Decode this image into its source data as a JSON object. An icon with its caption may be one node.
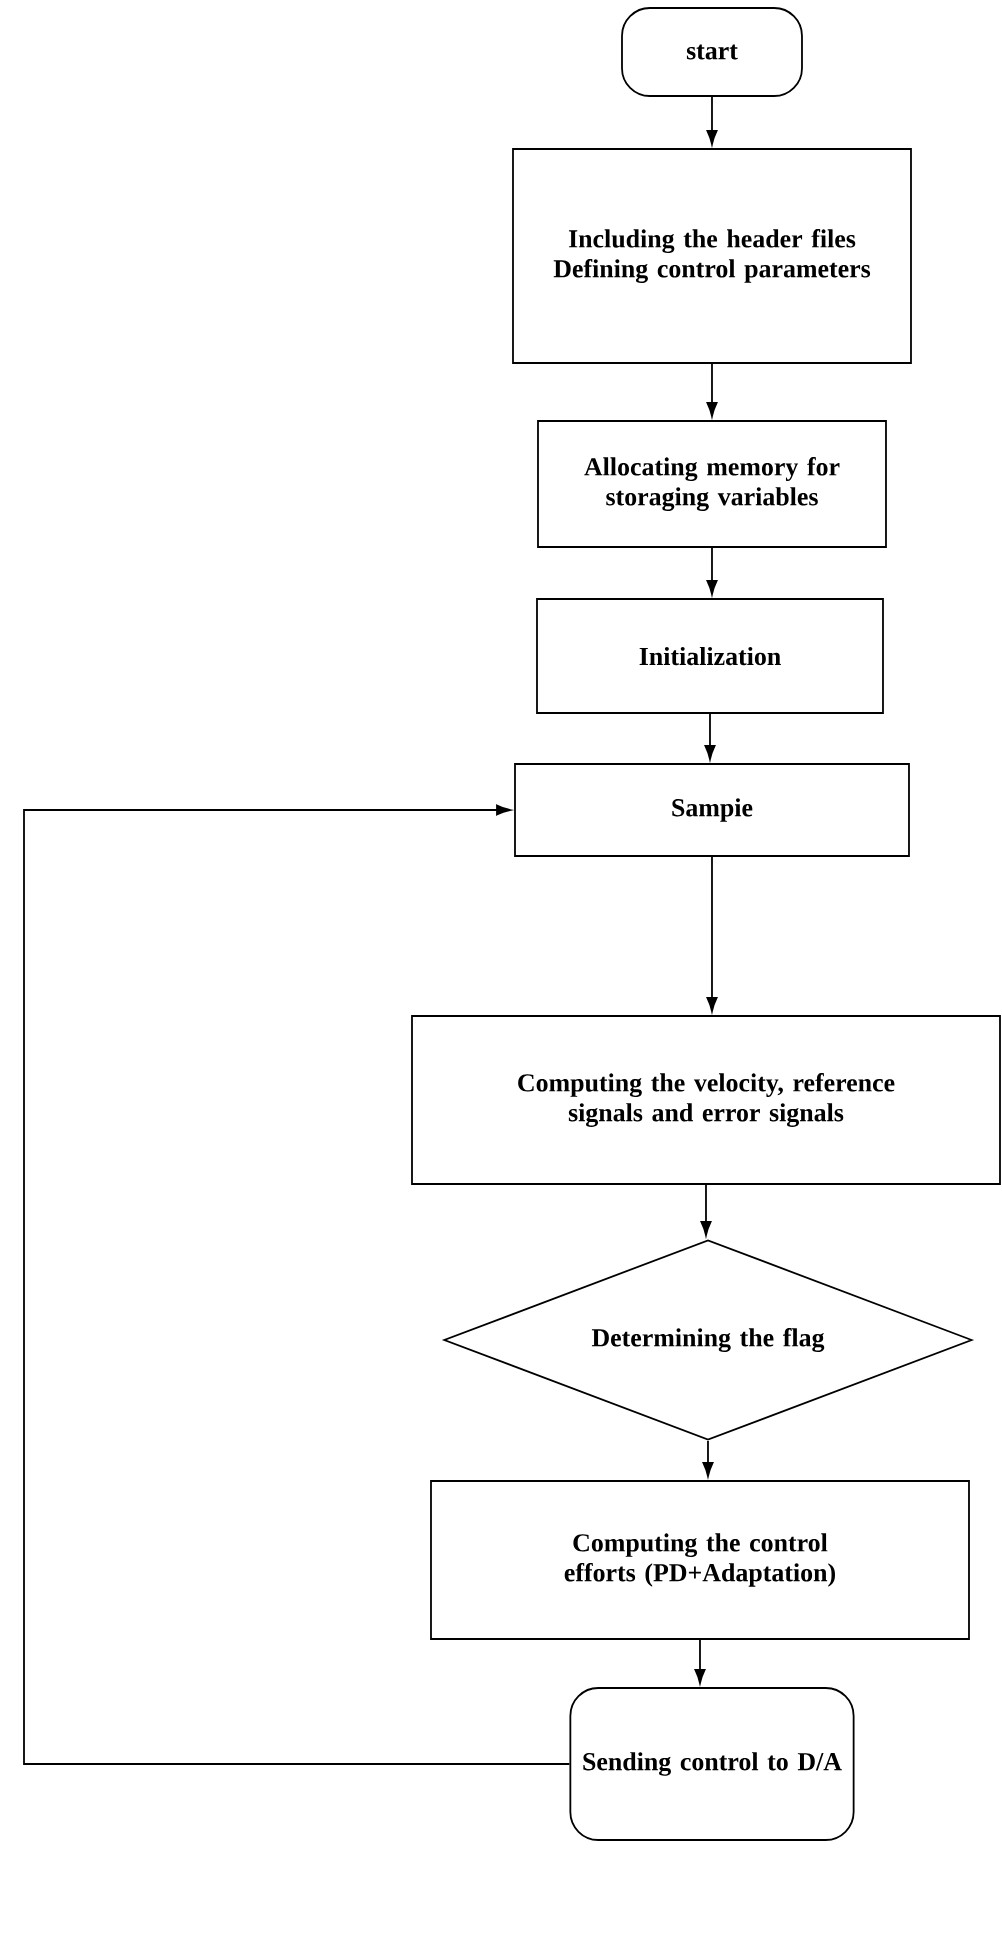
{
  "diagram": {
    "nodes": [
      {
        "text": [
          "start"
        ]
      },
      {
        "text": [
          "Including the header files Defining control parameters"
        ]
      },
      {
        "text": [
          "Allocating memory for storaging variables"
        ]
      },
      {
        "text": [
          "Initialization"
        ]
      },
      {
        "text": [
          "Sampie"
        ]
      },
      {
        "text": [
          "Computing the velocity, reference signals and error signals"
        ]
      },
      {
        "text": [
          "Determining the flag"
        ]
      },
      {
        "text": [
          "Computing the control efforts (PD+Adaptation)"
        ]
      },
      {
        "text": [
          "Sending control to D/A"
        ]
      }
    ],
    "edges": [
      {
        "from": 0,
        "to": 1,
        "arrow": "to"
      },
      {
        "from": 1,
        "to": 2,
        "arrow": "to"
      },
      {
        "from": 2,
        "to": 3,
        "arrow": "to"
      },
      {
        "from": 3,
        "to": 4,
        "arrow": "to"
      },
      {
        "from": 4,
        "to": 5,
        "arrow": "to"
      },
      {
        "from": 5,
        "to": 6,
        "arrow": "to"
      },
      {
        "from": 6,
        "to": 7,
        "arrow": "to"
      },
      {
        "from": 7,
        "to": 8,
        "arrow": "to"
      },
      {
        "from": 8,
        "to": 4,
        "arrow": "to"
      }
    ]
  }
}
